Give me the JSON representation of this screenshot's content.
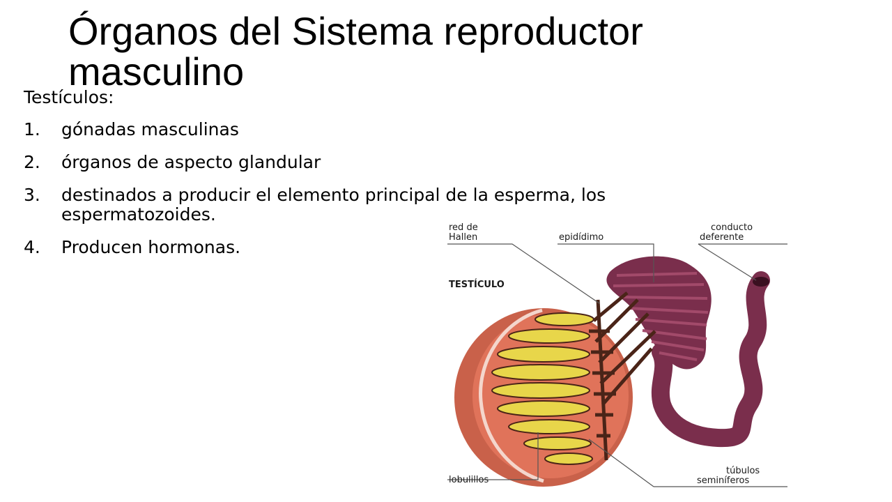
{
  "slide": {
    "title": "Órganos del Sistema reproductor masculino"
  },
  "content": {
    "intro": "Testículos:",
    "items": [
      {
        "number": "1.",
        "text": "gónadas masculinas"
      },
      {
        "number": "2.",
        "text": "órganos de aspecto glandular"
      },
      {
        "number": "3.",
        "text": "destinados a producir el elemento principal de la esperma, los espermatozoides."
      },
      {
        "number": "4.",
        "text": "Producen hormonas."
      }
    ]
  },
  "diagram": {
    "labels": {
      "red_de_hallen_1": "red de",
      "red_de_hallen_2": "Hallen",
      "epididimo": "epidídimo",
      "conducto_1": "conducto",
      "conducto_2": "deferente",
      "testiculo": "TESTÍCULO",
      "lobulillos": "lobulillos",
      "tubulos_1": "túbulos",
      "tubulos_2": "seminíferos"
    },
    "colors": {
      "testis_fill": "#e0735a",
      "testis_outer": "#c9614a",
      "duct": "#7a2e4c",
      "lobule_fill": "#e8d64a",
      "network": "#4a2418"
    }
  }
}
